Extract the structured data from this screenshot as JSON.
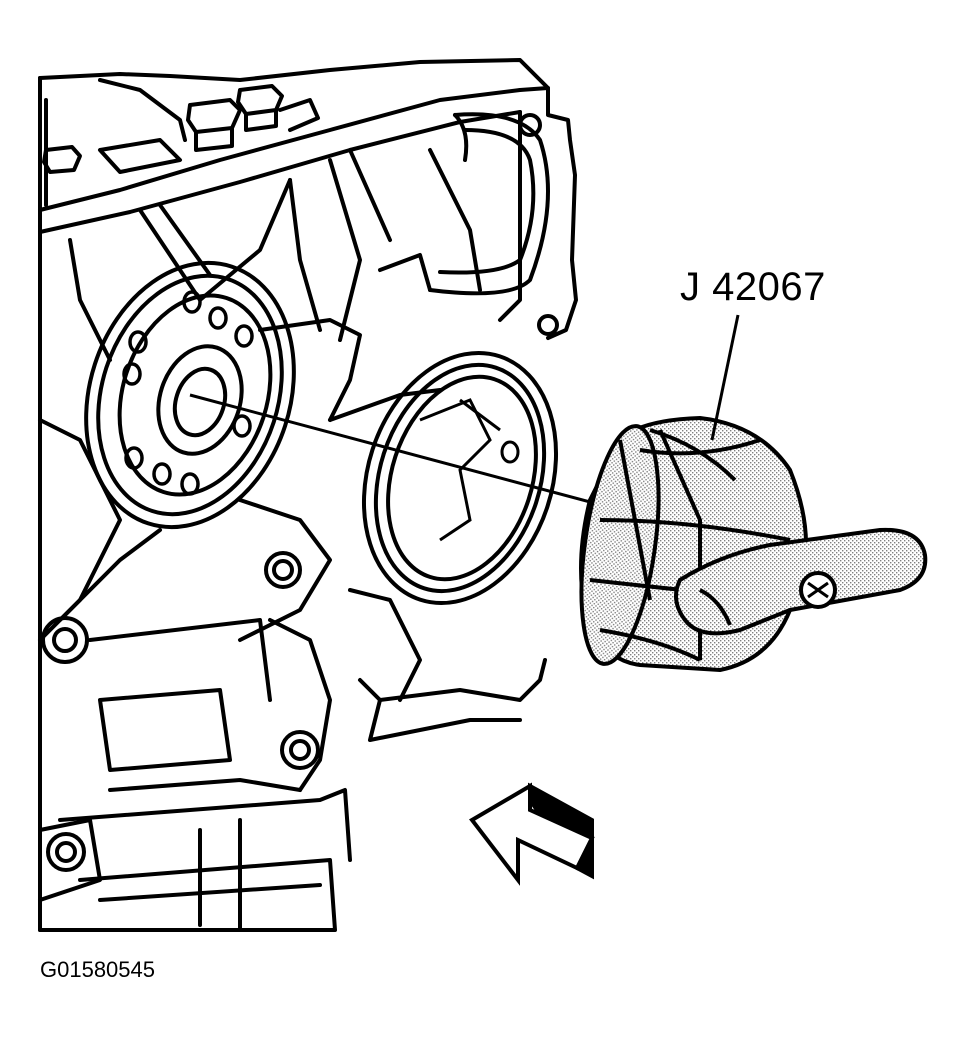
{
  "labels": {
    "tool_callout": "J 42067",
    "figure_id": "G01580545"
  },
  "colors": {
    "line": "#000000",
    "background": "#ffffff",
    "stipple": "#9a9a9a"
  },
  "icons": {
    "direction_arrow": "hollow-arrow-pointing-up-left"
  }
}
